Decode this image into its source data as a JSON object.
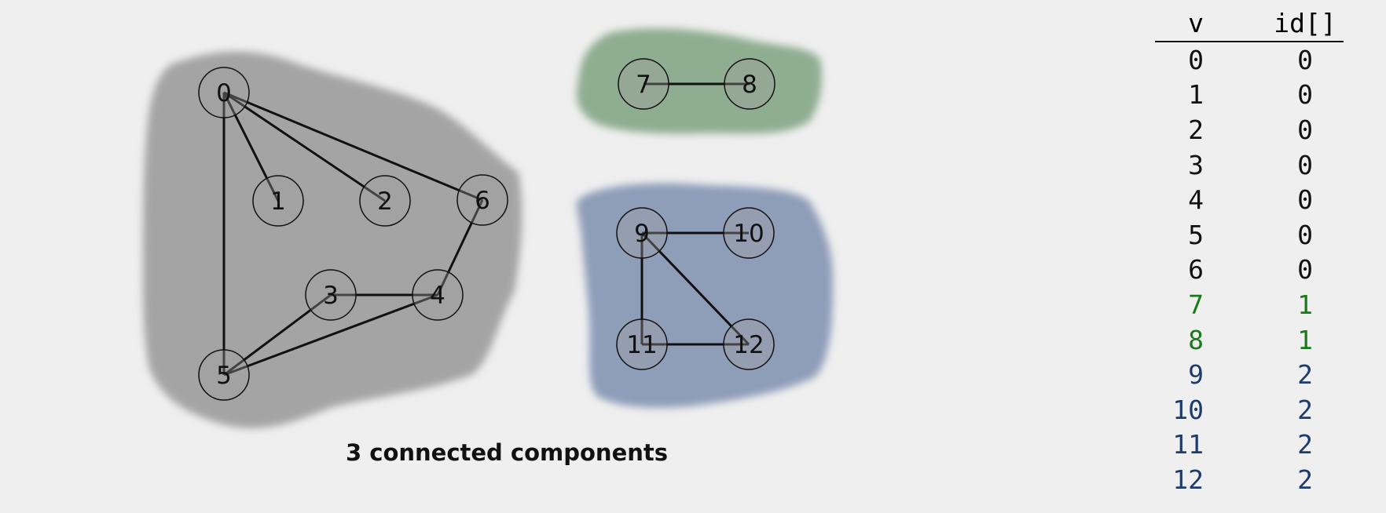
{
  "caption": "3 connected components",
  "colors": {
    "background": "#efefef",
    "edge": "#111111",
    "component_0": "#a4a4a4",
    "component_1": "#8fad91",
    "component_2": "#8e9db8",
    "table_text_0": "#111111",
    "table_text_1": "#1a7a1a",
    "table_text_2": "#1e3b6e"
  },
  "nodes": [
    "0",
    "1",
    "2",
    "3",
    "4",
    "5",
    "6",
    "7",
    "8",
    "9",
    "10",
    "11",
    "12"
  ],
  "edges": [
    [
      "0",
      "1"
    ],
    [
      "0",
      "2"
    ],
    [
      "0",
      "6"
    ],
    [
      "0",
      "5"
    ],
    [
      "6",
      "4"
    ],
    [
      "3",
      "4"
    ],
    [
      "3",
      "5"
    ],
    [
      "4",
      "5"
    ],
    [
      "7",
      "8"
    ],
    [
      "9",
      "10"
    ],
    [
      "9",
      "11"
    ],
    [
      "9",
      "12"
    ],
    [
      "11",
      "12"
    ]
  ],
  "table": {
    "headers": {
      "v": "v",
      "id": "id[]"
    },
    "rows": [
      {
        "v": "0",
        "id": "0",
        "component": 0
      },
      {
        "v": "1",
        "id": "0",
        "component": 0
      },
      {
        "v": "2",
        "id": "0",
        "component": 0
      },
      {
        "v": "3",
        "id": "0",
        "component": 0
      },
      {
        "v": "4",
        "id": "0",
        "component": 0
      },
      {
        "v": "5",
        "id": "0",
        "component": 0
      },
      {
        "v": "6",
        "id": "0",
        "component": 0
      },
      {
        "v": "7",
        "id": "1",
        "component": 1
      },
      {
        "v": "8",
        "id": "1",
        "component": 1
      },
      {
        "v": "9",
        "id": "2",
        "component": 2
      },
      {
        "v": "10",
        "id": "2",
        "component": 2
      },
      {
        "v": "11",
        "id": "2",
        "component": 2
      },
      {
        "v": "12",
        "id": "2",
        "component": 2
      }
    ]
  }
}
